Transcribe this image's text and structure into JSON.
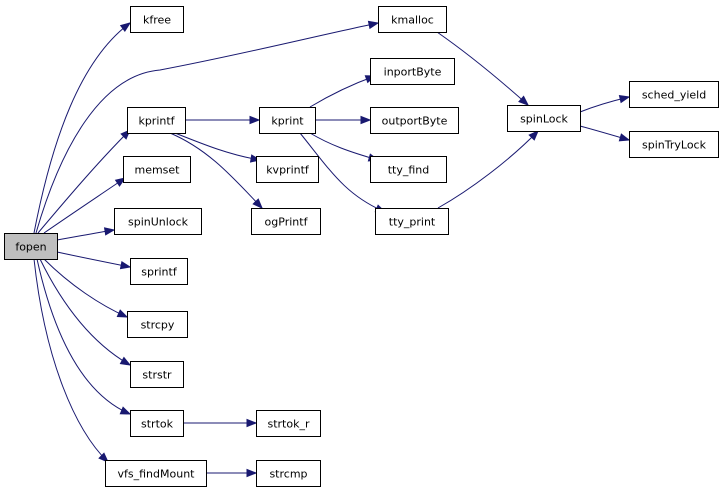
{
  "graph": {
    "edge_color": "#191970",
    "root_fill": "#bfbfbf",
    "nodes": [
      {
        "id": "fopen",
        "label": "fopen",
        "root": true
      },
      {
        "id": "kfree",
        "label": "kfree"
      },
      {
        "id": "kmalloc",
        "label": "kmalloc"
      },
      {
        "id": "kprintf",
        "label": "kprintf"
      },
      {
        "id": "kprint",
        "label": "kprint"
      },
      {
        "id": "inportByte",
        "label": "inportByte"
      },
      {
        "id": "outportByte",
        "label": "outportByte"
      },
      {
        "id": "tty_find",
        "label": "tty_find"
      },
      {
        "id": "tty_print",
        "label": "tty_print"
      },
      {
        "id": "kvprintf",
        "label": "kvprintf"
      },
      {
        "id": "ogPrintf",
        "label": "ogPrintf"
      },
      {
        "id": "spinLock",
        "label": "spinLock"
      },
      {
        "id": "sched_yield",
        "label": "sched_yield"
      },
      {
        "id": "spinTryLock",
        "label": "spinTryLock"
      },
      {
        "id": "memset",
        "label": "memset"
      },
      {
        "id": "spinUnlock",
        "label": "spinUnlock"
      },
      {
        "id": "sprintf",
        "label": "sprintf"
      },
      {
        "id": "strcpy",
        "label": "strcpy"
      },
      {
        "id": "strstr",
        "label": "strstr"
      },
      {
        "id": "strtok",
        "label": "strtok"
      },
      {
        "id": "strtok_r",
        "label": "strtok_r"
      },
      {
        "id": "vfs_findMount",
        "label": "vfs_findMount"
      },
      {
        "id": "strcmp",
        "label": "strcmp"
      }
    ],
    "edges": [
      {
        "from": "fopen",
        "to": "kfree"
      },
      {
        "from": "fopen",
        "to": "kmalloc"
      },
      {
        "from": "fopen",
        "to": "kprintf"
      },
      {
        "from": "fopen",
        "to": "memset"
      },
      {
        "from": "fopen",
        "to": "spinUnlock"
      },
      {
        "from": "fopen",
        "to": "sprintf"
      },
      {
        "from": "fopen",
        "to": "strcpy"
      },
      {
        "from": "fopen",
        "to": "strstr"
      },
      {
        "from": "fopen",
        "to": "strtok"
      },
      {
        "from": "fopen",
        "to": "vfs_findMount"
      },
      {
        "from": "kmalloc",
        "to": "spinLock"
      },
      {
        "from": "kprintf",
        "to": "kprint"
      },
      {
        "from": "kprintf",
        "to": "kvprintf"
      },
      {
        "from": "kprintf",
        "to": "ogPrintf"
      },
      {
        "from": "kprint",
        "to": "inportByte"
      },
      {
        "from": "kprint",
        "to": "outportByte"
      },
      {
        "from": "kprint",
        "to": "tty_find"
      },
      {
        "from": "kprint",
        "to": "tty_print"
      },
      {
        "from": "tty_print",
        "to": "spinLock"
      },
      {
        "from": "spinLock",
        "to": "sched_yield"
      },
      {
        "from": "spinLock",
        "to": "spinTryLock"
      },
      {
        "from": "strtok",
        "to": "strtok_r"
      },
      {
        "from": "vfs_findMount",
        "to": "strcmp"
      }
    ]
  }
}
